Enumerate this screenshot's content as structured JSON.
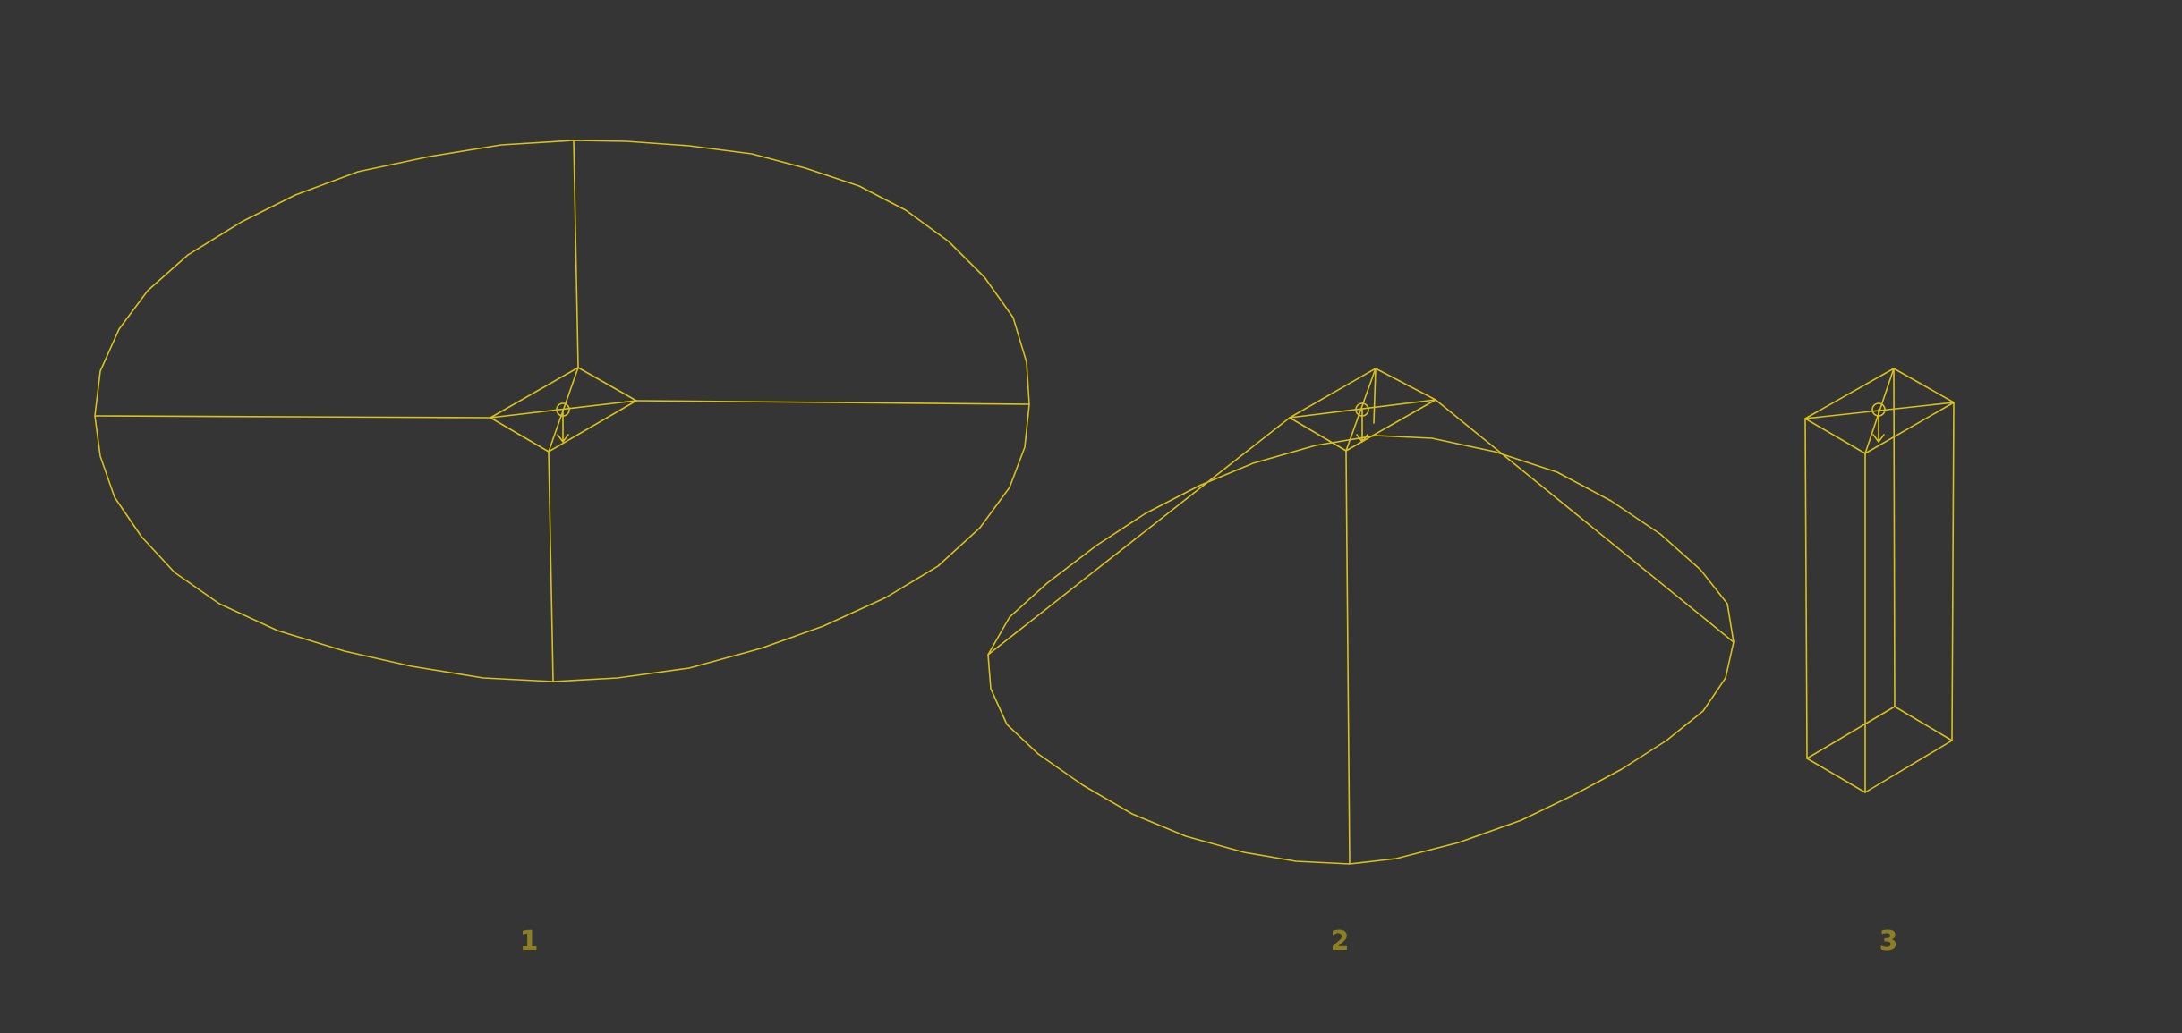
{
  "viewport": {
    "background": "#353535",
    "wire_color": "#d8c21a",
    "label_color": "#8c7f22"
  },
  "objects": [
    {
      "id": "1",
      "label": "1",
      "kind": "ellipse-disc-light",
      "icon": "disc-light-wireframe"
    },
    {
      "id": "2",
      "label": "2",
      "kind": "cone-spot-light",
      "icon": "cone-light-wireframe"
    },
    {
      "id": "3",
      "label": "3",
      "kind": "box-light",
      "icon": "box-light-wireframe"
    }
  ]
}
